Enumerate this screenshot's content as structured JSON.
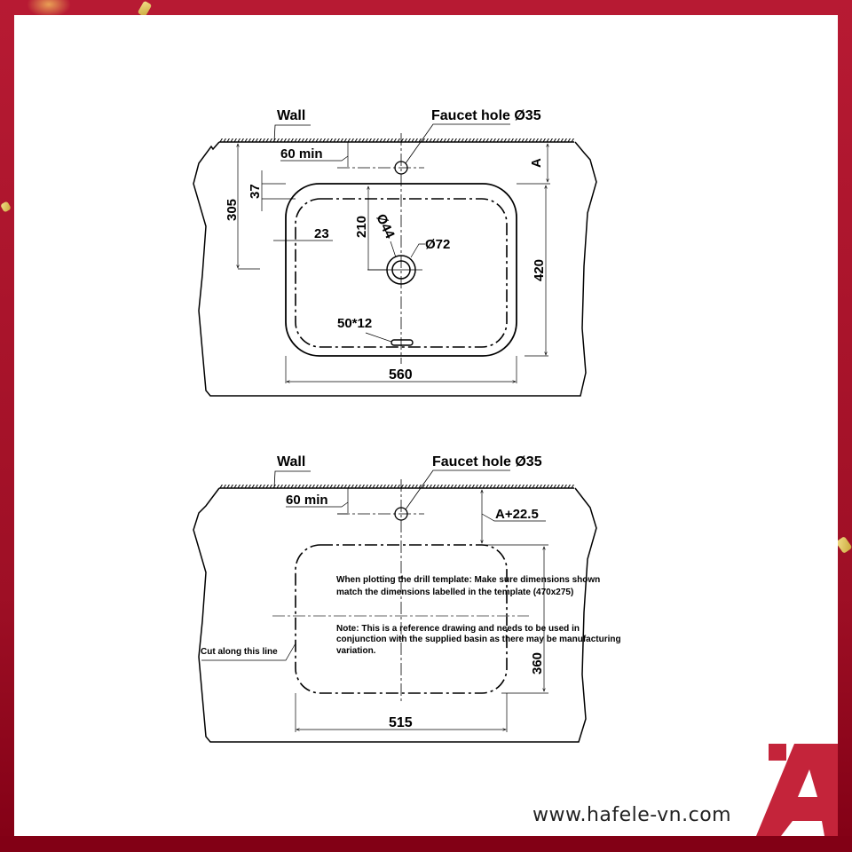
{
  "site": {
    "url": "www.hafele-vn.com",
    "logo": "hafele-a-logo",
    "brand_color": "#c4243a",
    "frame_color": "#b71a33"
  },
  "drawing_top": {
    "wall_label": "Wall",
    "faucet_label": "Faucet hole Ø35",
    "min_label": "60 min",
    "a_label": "A",
    "dim_305": "305",
    "dim_37": "37",
    "dim_23": "23",
    "dim_210": "210",
    "dim_d44": "Ø44",
    "dim_d72": "Ø72",
    "dim_420": "420",
    "dim_overflow": "50*12",
    "dim_560": "560"
  },
  "drawing_bottom": {
    "wall_label": "Wall",
    "faucet_label": "Faucet hole Ø35",
    "min_label": "60 min",
    "a_label": "A+22.5",
    "cut_label": "Cut along this line",
    "note_1_line1": "When plotting the drill template: Make sure dimensions shown",
    "note_1_line2": "match the dimensions labelled in the template (470x275)",
    "note_2_line1": "Note: This is a reference drawing and needs to be used in",
    "note_2_line2": "conjunction with the supplied basin as there may be manufacturing",
    "note_2_line3": "variation.",
    "dim_360": "360",
    "dim_515": "515"
  }
}
